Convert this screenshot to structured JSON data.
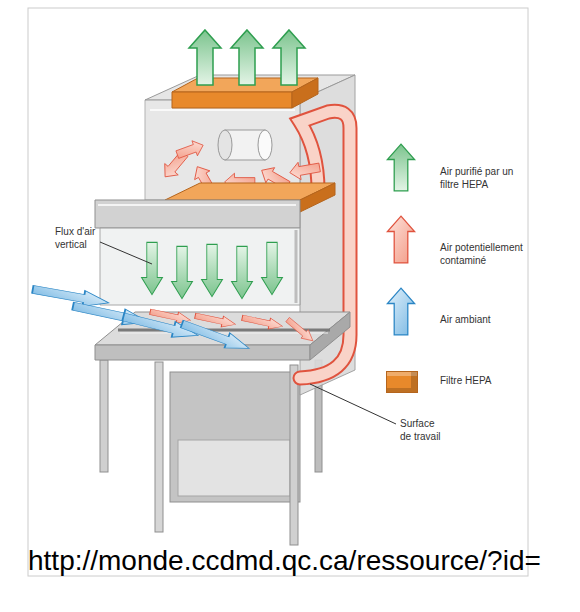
{
  "diagram": {
    "caption": "http://monde.ccdmd.qc.ca/ressource/?id=",
    "labels": [
      "Flux d'air vertical",
      "Surface de travail"
    ],
    "legend": [
      {
        "text": "Air purifié par un filtre HEPA"
      },
      {
        "text": "Air potentiellement contaminé"
      },
      {
        "text": "Air ambiant"
      },
      {
        "text": "Filtre HEPA",
        "color": "#e8892b"
      }
    ]
  }
}
